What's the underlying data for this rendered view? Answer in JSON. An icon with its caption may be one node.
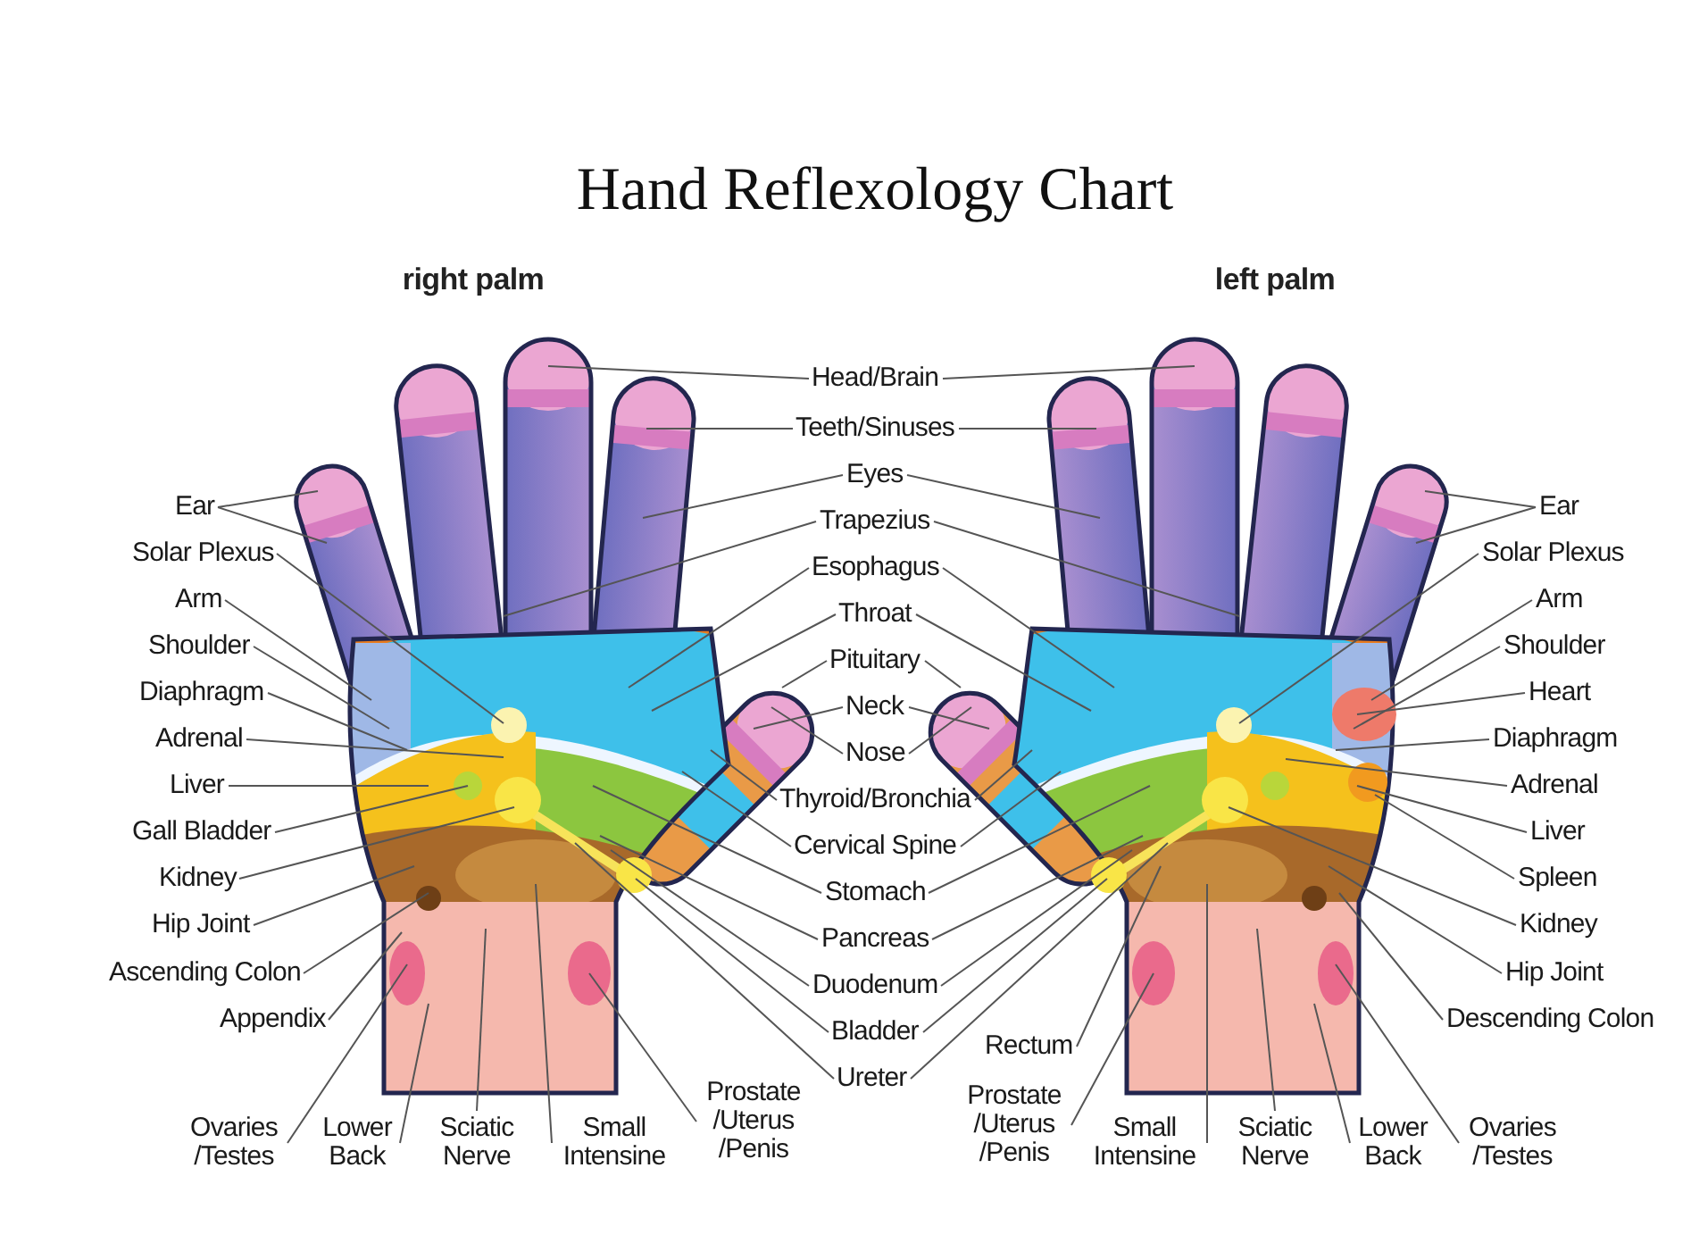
{
  "diagram": {
    "title": "Hand Reflexology Chart",
    "nodes": [
      {
        "text": [
          "Ear"
        ]
      },
      {
        "text": [
          "Solar Plexus"
        ]
      },
      {
        "text": [
          "Arm"
        ]
      },
      {
        "text": [
          "Shoulder"
        ]
      },
      {
        "text": [
          "Diaphragm"
        ]
      },
      {
        "text": [
          "Adrenal"
        ]
      },
      {
        "text": [
          "Liver"
        ]
      },
      {
        "text": [
          "Gall Bladder"
        ]
      },
      {
        "text": [
          "Kidney"
        ]
      },
      {
        "text": [
          "Hip Joint"
        ]
      },
      {
        "text": [
          "Ascending Colon"
        ]
      },
      {
        "text": [
          "Appendix"
        ]
      },
      {
        "text": [
          "Head/Brain"
        ]
      },
      {
        "text": [
          "Teeth/Sinuses"
        ]
      },
      {
        "text": [
          "Eyes"
        ]
      },
      {
        "text": [
          "Trapezius"
        ]
      },
      {
        "text": [
          "Esophagus"
        ]
      },
      {
        "text": [
          "Throat"
        ]
      },
      {
        "text": [
          "Pituitary"
        ]
      },
      {
        "text": [
          "Neck"
        ]
      },
      {
        "text": [
          "Nose"
        ]
      },
      {
        "text": [
          "Thyroid/Bronchia"
        ]
      },
      {
        "text": [
          "Cervical Spine"
        ]
      },
      {
        "text": [
          "Stomach"
        ]
      },
      {
        "text": [
          "Pancreas"
        ]
      },
      {
        "text": [
          "Duodenum"
        ]
      },
      {
        "text": [
          "Bladder"
        ]
      },
      {
        "text": [
          "Ureter"
        ]
      },
      {
        "text": [
          "Rectum"
        ]
      },
      {
        "text": [
          "Ear"
        ]
      },
      {
        "text": [
          "Solar Plexus"
        ]
      },
      {
        "text": [
          "Arm"
        ]
      },
      {
        "text": [
          "Shoulder"
        ]
      },
      {
        "text": [
          "Heart"
        ]
      },
      {
        "text": [
          "Diaphragm"
        ]
      },
      {
        "text": [
          "Adrenal"
        ]
      },
      {
        "text": [
          "Liver"
        ]
      },
      {
        "text": [
          "Spleen"
        ]
      },
      {
        "text": [
          "Kidney"
        ]
      },
      {
        "text": [
          "Hip Joint"
        ]
      },
      {
        "text": [
          "Descending Colon"
        ]
      },
      {
        "text": [
          "Ovaries /Testes"
        ]
      },
      {
        "text": [
          "Lower Back"
        ]
      },
      {
        "text": [
          "Sciatic Nerve"
        ]
      },
      {
        "text": [
          "Small Intensine"
        ]
      },
      {
        "text": [
          "Prostate /Uterus /Penis"
        ]
      },
      {
        "text": [
          "Prostate /Uterus /Penis"
        ]
      },
      {
        "text": [
          "Small Intensine"
        ]
      },
      {
        "text": [
          "Sciatic Nerve"
        ]
      },
      {
        "text": [
          "Lower Back"
        ]
      },
      {
        "text": [
          "Ovaries /Testes"
        ]
      }
    ],
    "edges": [
      {
        "from": 0,
        "to": null,
        "arrow": "none"
      },
      {
        "from": 0,
        "to": null,
        "arrow": "none"
      },
      {
        "from": 1,
        "to": null,
        "arrow": "none"
      },
      {
        "from": 2,
        "to": null,
        "arrow": "none"
      },
      {
        "from": 3,
        "to": null,
        "arrow": "none"
      },
      {
        "from": 4,
        "to": null,
        "arrow": "none"
      },
      {
        "from": 5,
        "to": null,
        "arrow": "none"
      },
      {
        "from": 6,
        "to": null,
        "arrow": "none"
      },
      {
        "from": 7,
        "to": null,
        "arrow": "none"
      },
      {
        "from": 8,
        "to": null,
        "arrow": "none"
      },
      {
        "from": 9,
        "to": null,
        "arrow": "none"
      },
      {
        "from": 10,
        "to": null,
        "arrow": "none"
      },
      {
        "from": 11,
        "to": null,
        "arrow": "none"
      },
      {
        "from": 12,
        "to": null,
        "arrow": "none"
      },
      {
        "from": 12,
        "to": null,
        "arrow": "none"
      },
      {
        "from": 13,
        "to": null,
        "arrow": "none"
      },
      {
        "from": 13,
        "to": null,
        "arrow": "none"
      },
      {
        "from": 14,
        "to": null,
        "arrow": "none"
      },
      {
        "from": 14,
        "to": null,
        "arrow": "none"
      },
      {
        "from": 15,
        "to": null,
        "arrow": "none"
      },
      {
        "from": 15,
        "to": null,
        "arrow": "none"
      },
      {
        "from": 16,
        "to": null,
        "arrow": "none"
      },
      {
        "from": 16,
        "to": null,
        "arrow": "none"
      },
      {
        "from": 17,
        "to": null,
        "arrow": "none"
      },
      {
        "from": 17,
        "to": null,
        "arrow": "none"
      },
      {
        "from": 18,
        "to": null,
        "arrow": "none"
      },
      {
        "from": 18,
        "to": null,
        "arrow": "none"
      },
      {
        "from": 19,
        "to": null,
        "arrow": "none"
      },
      {
        "from": 19,
        "to": null,
        "arrow": "none"
      },
      {
        "from": 20,
        "to": null,
        "arrow": "none"
      },
      {
        "from": 20,
        "to": null,
        "arrow": "none"
      },
      {
        "from": 21,
        "to": null,
        "arrow": "none"
      },
      {
        "from": 21,
        "to": null,
        "arrow": "none"
      },
      {
        "from": 22,
        "to": null,
        "arrow": "none"
      },
      {
        "from": 22,
        "to": null,
        "arrow": "none"
      },
      {
        "from": 23,
        "to": null,
        "arrow": "none"
      },
      {
        "from": 23,
        "to": null,
        "arrow": "none"
      },
      {
        "from": 24,
        "to": null,
        "arrow": "none"
      },
      {
        "from": 24,
        "to": null,
        "arrow": "none"
      },
      {
        "from": 25,
        "to": null,
        "arrow": "none"
      },
      {
        "from": 25,
        "to": null,
        "arrow": "none"
      },
      {
        "from": 26,
        "to": null,
        "arrow": "none"
      },
      {
        "from": 26,
        "to": null,
        "arrow": "none"
      },
      {
        "from": 27,
        "to": null,
        "arrow": "none"
      },
      {
        "from": 27,
        "to": null,
        "arrow": "none"
      },
      {
        "from": 28,
        "to": null,
        "arrow": "none"
      },
      {
        "from": 29,
        "to": null,
        "arrow": "none"
      },
      {
        "from": 29,
        "to": null,
        "arrow": "none"
      },
      {
        "from": 30,
        "to": null,
        "arrow": "none"
      },
      {
        "from": 31,
        "to": null,
        "arrow": "none"
      },
      {
        "from": 32,
        "to": null,
        "arrow": "none"
      },
      {
        "from": 33,
        "to": null,
        "arrow": "none"
      },
      {
        "from": 34,
        "to": null,
        "arrow": "none"
      },
      {
        "from": 35,
        "to": null,
        "arrow": "none"
      },
      {
        "from": 36,
        "to": null,
        "arrow": "none"
      },
      {
        "from": 37,
        "to": null,
        "arrow": "none"
      },
      {
        "from": 38,
        "to": null,
        "arrow": "none"
      },
      {
        "from": 39,
        "to": null,
        "arrow": "none"
      },
      {
        "from": 40,
        "to": null,
        "arrow": "none"
      },
      {
        "from": 41,
        "to": null,
        "arrow": "none"
      },
      {
        "from": 42,
        "to": null,
        "arrow": "none"
      },
      {
        "from": 43,
        "to": null,
        "arrow": "none"
      },
      {
        "from": 44,
        "to": null,
        "arrow": "none"
      },
      {
        "from": 45,
        "to": null,
        "arrow": "none"
      },
      {
        "from": 46,
        "to": null,
        "arrow": "none"
      },
      {
        "from": 47,
        "to": null,
        "arrow": "none"
      },
      {
        "from": 48,
        "to": null,
        "arrow": "none"
      },
      {
        "from": 49,
        "to": null,
        "arrow": "none"
      },
      {
        "from": 50,
        "to": null,
        "arrow": "none"
      }
    ],
    "labels": [
      "right palm",
      "left palm"
    ]
  }
}
